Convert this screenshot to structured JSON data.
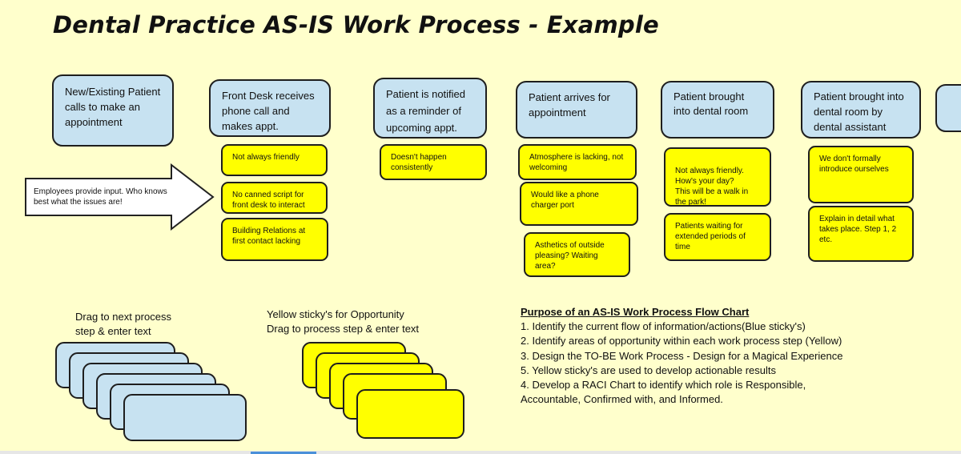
{
  "title": "Dental Practice AS-IS Work Process - Example",
  "process_steps": [
    "New/Existing Patient calls to make an appointment",
    "Front Desk receives phone call and makes appt.",
    "Patient is notified as a reminder of upcoming appt.",
    "Patient arrives for appointment",
    "Patient brought into dental room",
    "Patient brought into dental room by dental assistant"
  ],
  "opportunities": [
    [
      "Not always friendly",
      "No canned script for front desk to interact",
      "Building Relations at first contact lacking"
    ],
    [
      "Doesn't happen consistently"
    ],
    [
      "Atmosphere is lacking, not welcoming",
      "Would like a phone charger port",
      "Asthetics of outside pleasing?  Waiting area?"
    ],
    [
      "Not always friendly.\nHow's your day?\nThis will be a walk in the park!",
      "Patients waiting for extended periods of time"
    ],
    [
      "We don't formally introduce ourselves",
      "Explain in detail what takes place. Step 1, 2 etc."
    ]
  ],
  "arrow_note": "Employees provide input. Who knows best what the issues are!",
  "blue_stack_note": "Drag to next process\nstep & enter text",
  "yellow_stack_note": "Yellow sticky's for Opportunity\nDrag to process step & enter text",
  "purpose": {
    "heading": "Purpose of an AS-IS Work Process Flow Chart",
    "items": [
      "1.  Identify the current flow of information/actions(Blue sticky's)",
      "2.  Identify areas of opportunity within each work process step (Yellow)",
      "3.  Design the TO-BE Work Process - Design for a Magical Experience",
      "5.  Yellow sticky's are used to develop actionable results",
      "4. Develop a RACI Chart to identify which role is Responsible, Accountable, Confirmed with, and Informed."
    ]
  },
  "colors": {
    "process_sticky": "#c7e2f1",
    "opportunity_sticky": "#ffff00",
    "background": "#ffffcc"
  }
}
